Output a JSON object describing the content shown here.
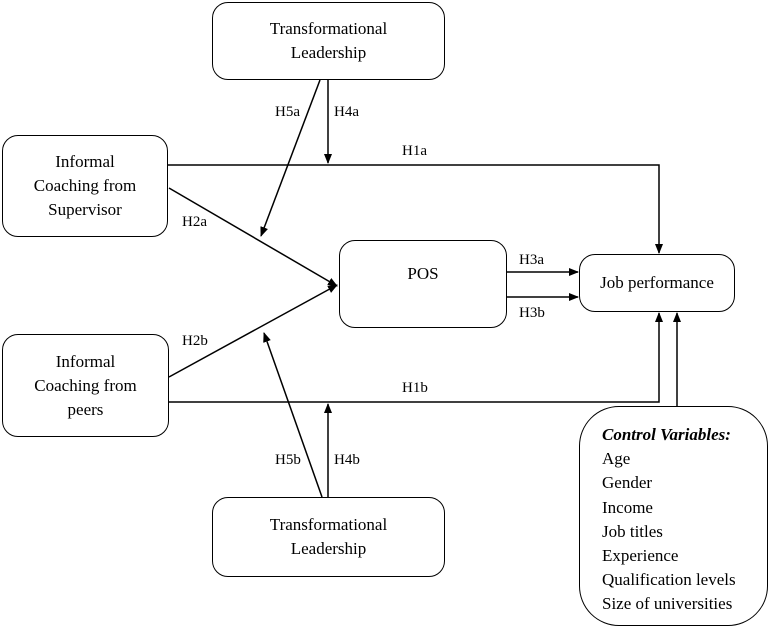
{
  "nodes": {
    "tl_top": {
      "line1": "Transformational",
      "line2": "Leadership"
    },
    "supervisor": {
      "line1": "Informal",
      "line2": "Coaching from",
      "line3": "Supervisor"
    },
    "pos": {
      "label": "POS"
    },
    "job": {
      "label": "Job performance"
    },
    "peers": {
      "line1": "Informal",
      "line2": "Coaching from",
      "line3": "peers"
    },
    "tl_bottom": {
      "line1": "Transformational",
      "line2": "Leadership"
    }
  },
  "hypotheses": {
    "h1a": "H1a",
    "h1b": "H1b",
    "h2a": "H2a",
    "h2b": "H2b",
    "h3a": "H3a",
    "h3b": "H3b",
    "h4a": "H4a",
    "h4b": "H4b",
    "h5a": "H5a",
    "h5b": "H5b"
  },
  "control": {
    "title": "Control Variables:",
    "items": [
      "Age",
      "Gender",
      "Income",
      "Job titles",
      "Experience",
      "Qualification levels",
      "Size of universities"
    ]
  }
}
